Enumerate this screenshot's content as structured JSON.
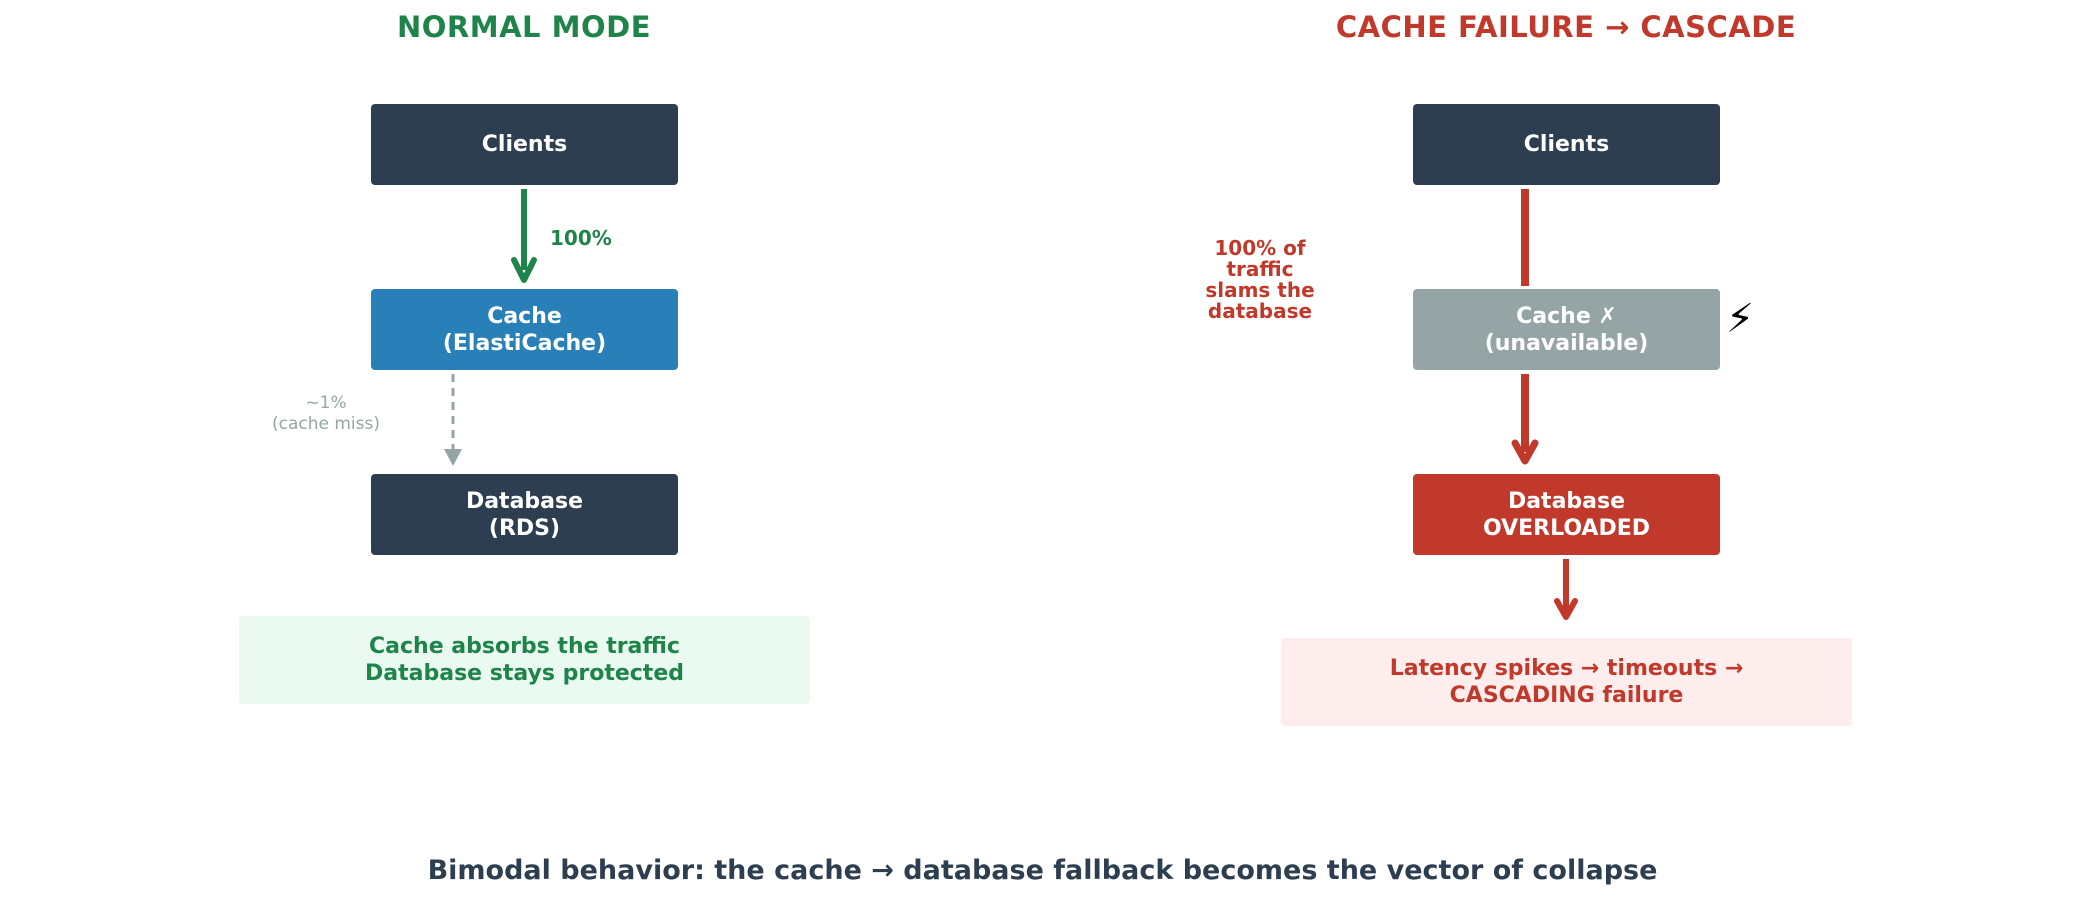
{
  "colors": {
    "normal_accent": "#1e8449",
    "failure_accent": "#c0392b",
    "dark_box": "#2c3e50",
    "cache_box": "#2980b9",
    "cache_down_box": "#95a5a6",
    "miss_gray": "#95a5a6",
    "normal_callout_bg": "#eafaf1",
    "failure_callout_bg": "#fdedec",
    "caption": "#2c3e50"
  },
  "normal": {
    "heading": "NORMAL MODE",
    "clients": "Clients",
    "cache": {
      "line1": "Cache",
      "line2": "(ElastiCache)"
    },
    "database": {
      "line1": "Database",
      "line2": "(RDS)"
    },
    "traffic_label": "100%",
    "miss_label": {
      "line1": "~1%",
      "line2": "(cache miss)"
    },
    "callout": {
      "line1": "Cache absorbs the traffic",
      "line2": "Database stays protected"
    }
  },
  "failure": {
    "heading": "CACHE FAILURE → CASCADE",
    "clients": "Clients",
    "cache": {
      "line1": "Cache  ✗",
      "line2": "(unavailable)"
    },
    "lightning_icon": "⚡",
    "database": {
      "line1": "Database",
      "line2": "OVERLOADED"
    },
    "traffic_label": {
      "line1": "100% of",
      "line2": "traffic",
      "line3": "slams the",
      "line4": "database"
    },
    "callout": {
      "line1": "Latency spikes → timeouts →",
      "line2": "CASCADING failure"
    }
  },
  "caption": "Bimodal behavior: the cache → database fallback becomes the vector of collapse"
}
